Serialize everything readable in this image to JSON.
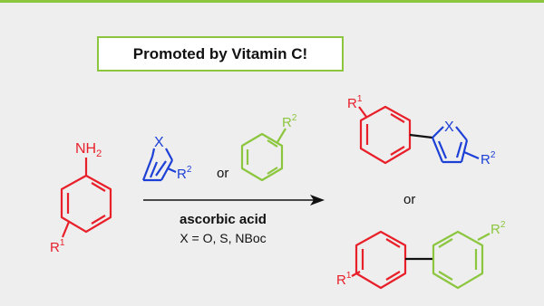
{
  "banner": {
    "text": "Promoted by Vitamin C!"
  },
  "colors": {
    "red": "#e8202a",
    "blue": "#1c3fd6",
    "green": "#8cc63f",
    "black": "#111111"
  },
  "reactant_aniline": {
    "amino": "NH",
    "amino_sub": "2",
    "substituent": "R",
    "substituent_sup": "1"
  },
  "reactant_heteroarene": {
    "heteroatom": "X",
    "substituent": "R",
    "substituent_sup": "2"
  },
  "reactant_arene": {
    "substituent": "R",
    "substituent_sup": "2"
  },
  "connector_or_left": "or",
  "conditions": {
    "reagent": "ascorbic acid",
    "scope": "X = O, S, NBoc"
  },
  "product_heteroaryl": {
    "aryl_substituent": "R",
    "aryl_substituent_sup": "1",
    "heteroatom": "X",
    "hetero_substituent": "R",
    "hetero_substituent_sup": "2"
  },
  "connector_or_right": "or",
  "product_biaryl": {
    "left_substituent": "R",
    "left_substituent_sup": "1",
    "right_substituent": "R",
    "right_substituent_sup": "2"
  }
}
